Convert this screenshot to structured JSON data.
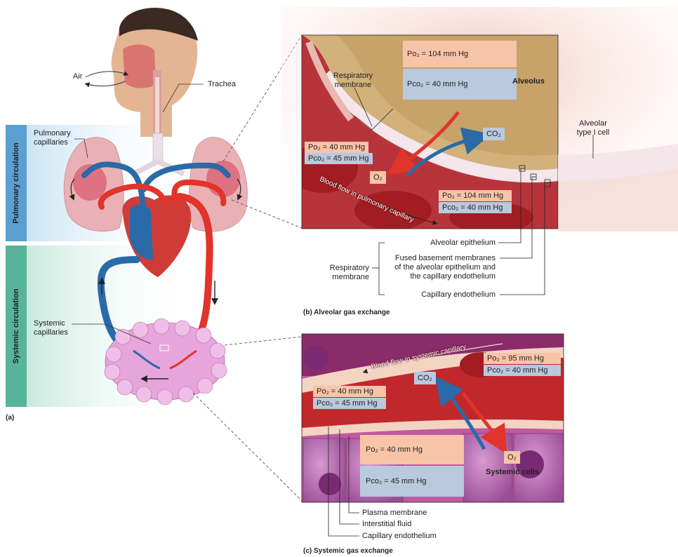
{
  "panel_a": {
    "air": "Air",
    "trachea": "Trachea",
    "pulmonary_capillaries": "Pulmonary\ncapillaries",
    "systemic_capillaries": "Systemic\ncapillaries",
    "pulmonary_circulation": "Pulmonary circulation",
    "systemic_circulation": "Systemic circulation",
    "caption": "(a)"
  },
  "panel_b": {
    "alv_po2": "Po₂  = 104 mm Hg",
    "alv_pco2": "Pco₂ = 40 mm Hg",
    "alveolus": "Alveolus",
    "respiratory_membrane": "Respiratory\nmembrane",
    "venous_po2": "Po₂  = 40 mm Hg",
    "venous_pco2": "Pco₂ = 45 mm Hg",
    "o2": "O₂",
    "co2": "CO₂",
    "arterial_po2": "Po₂  = 104 mm Hg",
    "arterial_pco2": "Pco₂ = 40 mm Hg",
    "blood_flow": "Blood flow in pulmonary capillary",
    "alveolar_type1": "Alveolar\ntype I cell",
    "alveolar_epithelium": "Alveolar epithelium",
    "fused_basement": "Fused basement membranes\nof the alveolar epithelium and\nthe capillary endothelium",
    "capillary_endothelium": "Capillary endothelium",
    "resp_membrane_bracket": "Respiratory\nmembrane",
    "caption": "(b) Alveolar gas exchange"
  },
  "panel_c": {
    "blood_flow": "Blood flow in systemic capillary",
    "arterial_po2": "Po₂  = 95 mm Hg",
    "arterial_pco2": "Pco₂ = 40 mm Hg",
    "co2": "CO₂",
    "venous_po2": "Po₂  = 40 mm Hg",
    "venous_pco2": "Pco₂ = 45 mm Hg",
    "cell_po2": "Po₂  = 40 mm Hg",
    "cell_pco2": "Pco₂ = 45 mm Hg",
    "o2": "O₂",
    "systemic_cells": "Systemic cells",
    "plasma_membrane": "Plasma membrane",
    "interstitial_fluid": "Interstitial fluid",
    "capillary_endothelium": "Capillary endothelium",
    "caption": "(c) Systemic gas exchange"
  },
  "colors": {
    "oxygenated": "#e1342a",
    "deoxygenated": "#2a6aa8",
    "peach_box": "#f8c4a8",
    "blue_box": "#b9c9de",
    "pulmonary_band": "#5a9fcf",
    "systemic_band": "#57b39a"
  }
}
